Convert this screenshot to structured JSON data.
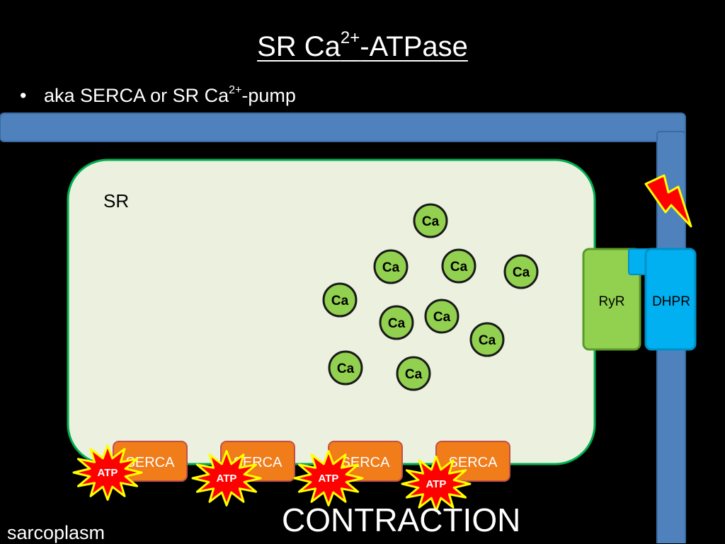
{
  "title": {
    "main": "SR Ca",
    "superscript": "2+",
    "suffix": "-ATPase"
  },
  "bullet": {
    "prefix": "aka SERCA or SR Ca",
    "superscript": "2+",
    "suffix": "-pump"
  },
  "labels": {
    "sr": "SR",
    "ryr": "RyR",
    "dhpr": "DHPR",
    "sarcoplasm": "sarcoplasm",
    "contraction": "CONTRACTION"
  },
  "ions": [
    "Ca",
    "Ca",
    "Ca",
    "Ca",
    "Ca",
    "Ca",
    "Ca",
    "Ca",
    "Ca",
    "Ca"
  ],
  "pumps": [
    "SERCA",
    "SERCA",
    "SERCA",
    "SERCA"
  ],
  "atp": [
    "ATP",
    "ATP",
    "ATP",
    "ATP"
  ],
  "colors": {
    "membrane": "#4f81bd",
    "sr_fill": "#ebf1de",
    "sr_border": "#00b050",
    "ion": "#92d050",
    "ryr": "#92d050",
    "dhpr": "#00b0f0",
    "serca": "#f07c1a",
    "atp_star": "#ff0000",
    "atp_border": "#ffff00",
    "bolt": "#ff0000"
  }
}
